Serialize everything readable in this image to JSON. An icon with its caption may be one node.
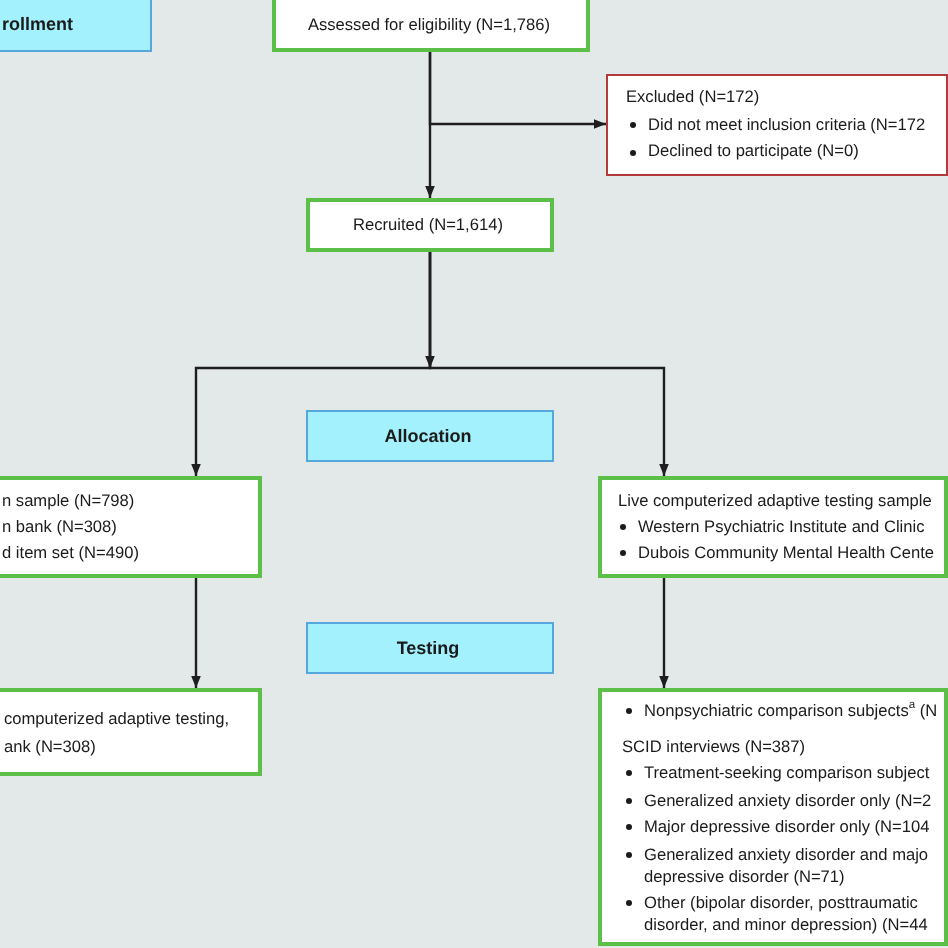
{
  "diagram": {
    "nodes": [
      {
        "text": [
          "rollment"
        ]
      },
      {
        "text": [
          "Assessed for eligibility (N=1,786)"
        ]
      },
      {
        "text": [
          "Excluded (N=172)",
          "Did not meet inclusion criteria (N=172",
          "Declined to participate (N=0)"
        ]
      },
      {
        "text": [
          "Recruited (N=1,614)"
        ]
      },
      {
        "text": [
          "Allocation"
        ]
      },
      {
        "text": [
          "n sample (N=798)",
          "n bank (N=308)",
          "d item set (N=490)"
        ]
      },
      {
        "text": [
          "Live computerized adaptive testing sample",
          "Western Psychiatric Institute and Clinic",
          "Dubois Community Mental Health Cente"
        ]
      },
      {
        "text": [
          "Testing"
        ]
      },
      {
        "text": [
          "computerized adaptive testing, ank (N=308)"
        ]
      },
      {
        "text": [
          "Nonpsychiatric comparison subjects$^{a}$ (N",
          "SCID interviews (N=387)",
          "Treatment-seeking comparison subject",
          "Generalized anxiety disorder only (N=2",
          "Major depressive disorder only (N=104",
          "Generalized anxiety disorder and majo depressive disorder (N=71)",
          "Other (bipolar disorder, posttraumatic disorder, and minor depression) (N=44"
        ]
      }
    ],
    "edges": [
      {
        "from": 1,
        "to": 3,
        "arrow": "to"
      },
      {
        "from": 1,
        "to": 2,
        "arrow": "to"
      },
      {
        "from": 3,
        "to": 5,
        "arrow": "to"
      },
      {
        "from": 3,
        "to": 6,
        "arrow": "to"
      },
      {
        "from": 5,
        "to": 8,
        "arrow": "to"
      },
      {
        "from": 6,
        "to": 9,
        "arrow": "to"
      }
    ]
  }
}
